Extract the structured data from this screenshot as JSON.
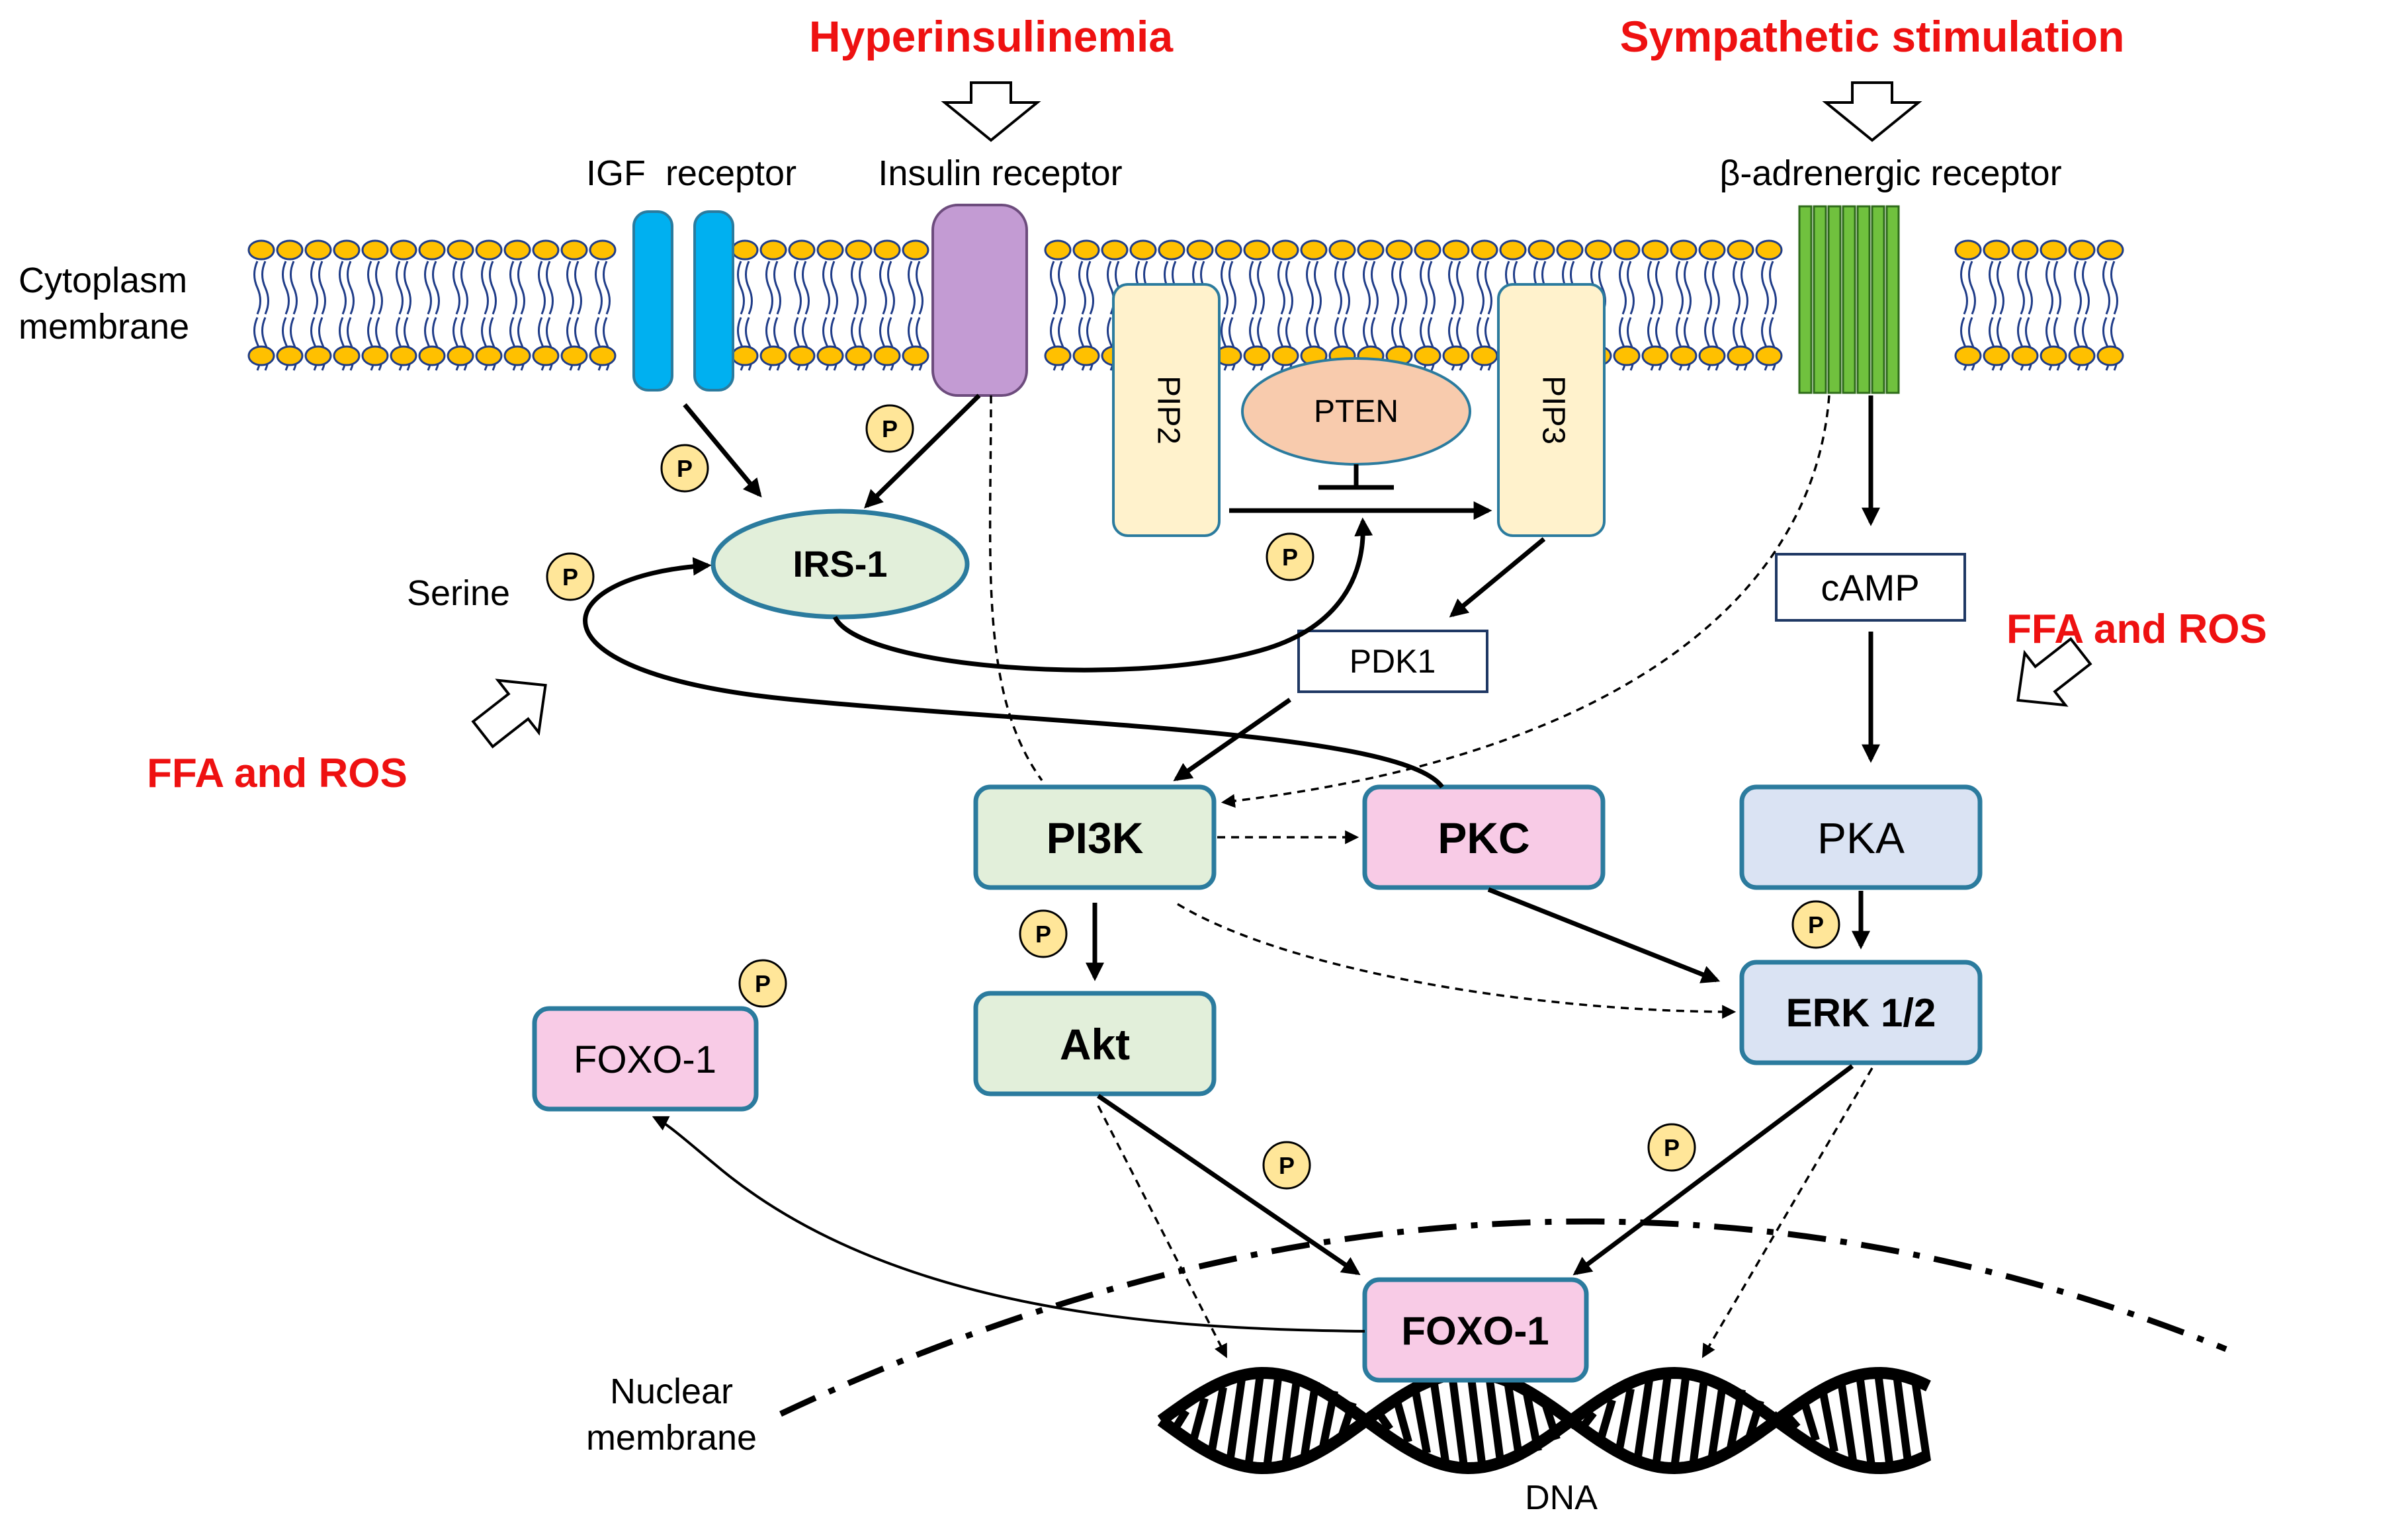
{
  "labels": {
    "hyperinsulinemia": "Hyperinsulinemia",
    "sympathetic": "Sympathetic stimulation",
    "igf_receptor": "IGF  receptor",
    "insulin_receptor": "Insulin receptor",
    "beta_receptor": "β-adrenergic receptor",
    "cytoplasm_line1": "Cytoplasm",
    "cytoplasm_line2": "membrane",
    "serine": "Serine",
    "ffa_ros": "FFA and ROS",
    "nuclear_line1": "Nuclear",
    "nuclear_line2": "membrane",
    "dna": "DNA",
    "phospho": "P"
  },
  "nodes": {
    "pip2": "PIP2",
    "pip3": "PIP3",
    "pten": "PTEN",
    "irs1": "IRS-1",
    "pdk1": "PDK1",
    "camp": "cAMP",
    "pi3k": "PI3K",
    "pkc": "PKC",
    "pka": "PKA",
    "akt": "Akt",
    "erk": "ERK 1/2",
    "foxo_cyto": "FOXO-1",
    "foxo_nuc": "FOXO-1"
  },
  "colors": {
    "title_red": "#ee1111",
    "node_border": "#2b7b9e",
    "green_fill": "#e2efda",
    "pink_fill": "#f8cbe6",
    "blue_fill": "#dae3f3",
    "pip_fill": "#fff2cc",
    "pten_fill": "#f8cbad",
    "phospho_fill": "#ffe699",
    "igf_receptor": "#00b0f0",
    "insulin_receptor": "#c39bd3",
    "beta_receptor": "#70c13e",
    "lipid_head": "#ffc000"
  }
}
